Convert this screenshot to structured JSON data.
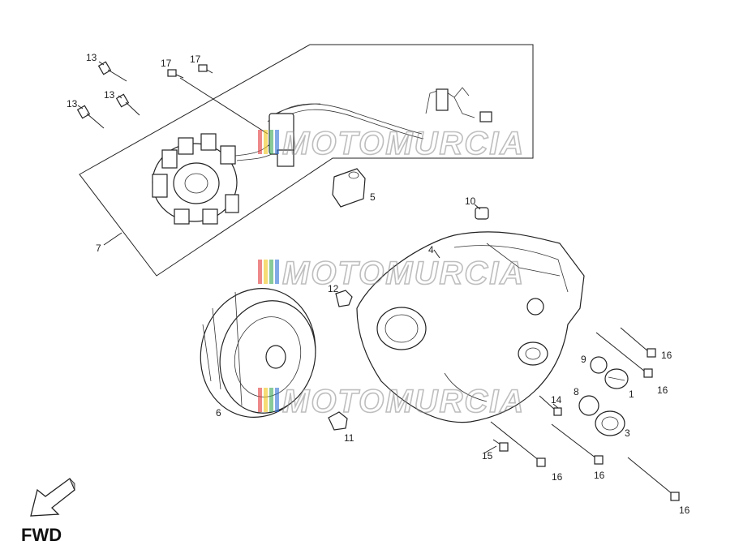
{
  "diagram": {
    "callouts": [
      {
        "id": "c13a",
        "text": "13"
      },
      {
        "id": "c13b",
        "text": "13"
      },
      {
        "id": "c13c",
        "text": "13"
      },
      {
        "id": "c17a",
        "text": "17"
      },
      {
        "id": "c17b",
        "text": "17"
      },
      {
        "id": "c7",
        "text": "7"
      },
      {
        "id": "c5",
        "text": "5"
      },
      {
        "id": "c10",
        "text": "10"
      },
      {
        "id": "c4",
        "text": "4"
      },
      {
        "id": "c12",
        "text": "12"
      },
      {
        "id": "c6",
        "text": "6"
      },
      {
        "id": "c11",
        "text": "11"
      },
      {
        "id": "c9",
        "text": "9"
      },
      {
        "id": "c1",
        "text": "1"
      },
      {
        "id": "c8",
        "text": "8"
      },
      {
        "id": "c3",
        "text": "3"
      },
      {
        "id": "c14",
        "text": "14"
      },
      {
        "id": "c15",
        "text": "15"
      },
      {
        "id": "c16a",
        "text": "16"
      },
      {
        "id": "c16b",
        "text": "16"
      },
      {
        "id": "c16c",
        "text": "16"
      },
      {
        "id": "c16d",
        "text": "16"
      },
      {
        "id": "c16e",
        "text": "16"
      }
    ],
    "watermark": "MOTOMURCIA",
    "direction_label": "FWD",
    "colors": {
      "line": "#222222",
      "watermark": "#8a8a8a",
      "watermark_bars": [
        "#e23b3b",
        "#f0c419",
        "#3aa655",
        "#2f6fd6"
      ]
    }
  }
}
